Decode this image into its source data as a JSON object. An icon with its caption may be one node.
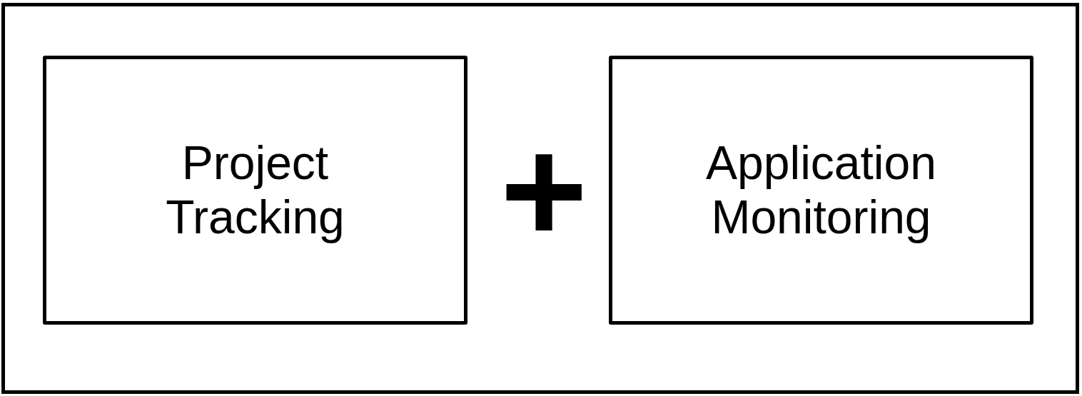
{
  "diagram": {
    "nodes": [
      {
        "text": [],
        "shape": "box"
      },
      {
        "text": [
          "Project Tracking"
        ],
        "in": 0
      },
      {
        "text": [
          "Application Monitoring"
        ],
        "in": 0
      }
    ],
    "labels": [
      "+"
    ]
  }
}
